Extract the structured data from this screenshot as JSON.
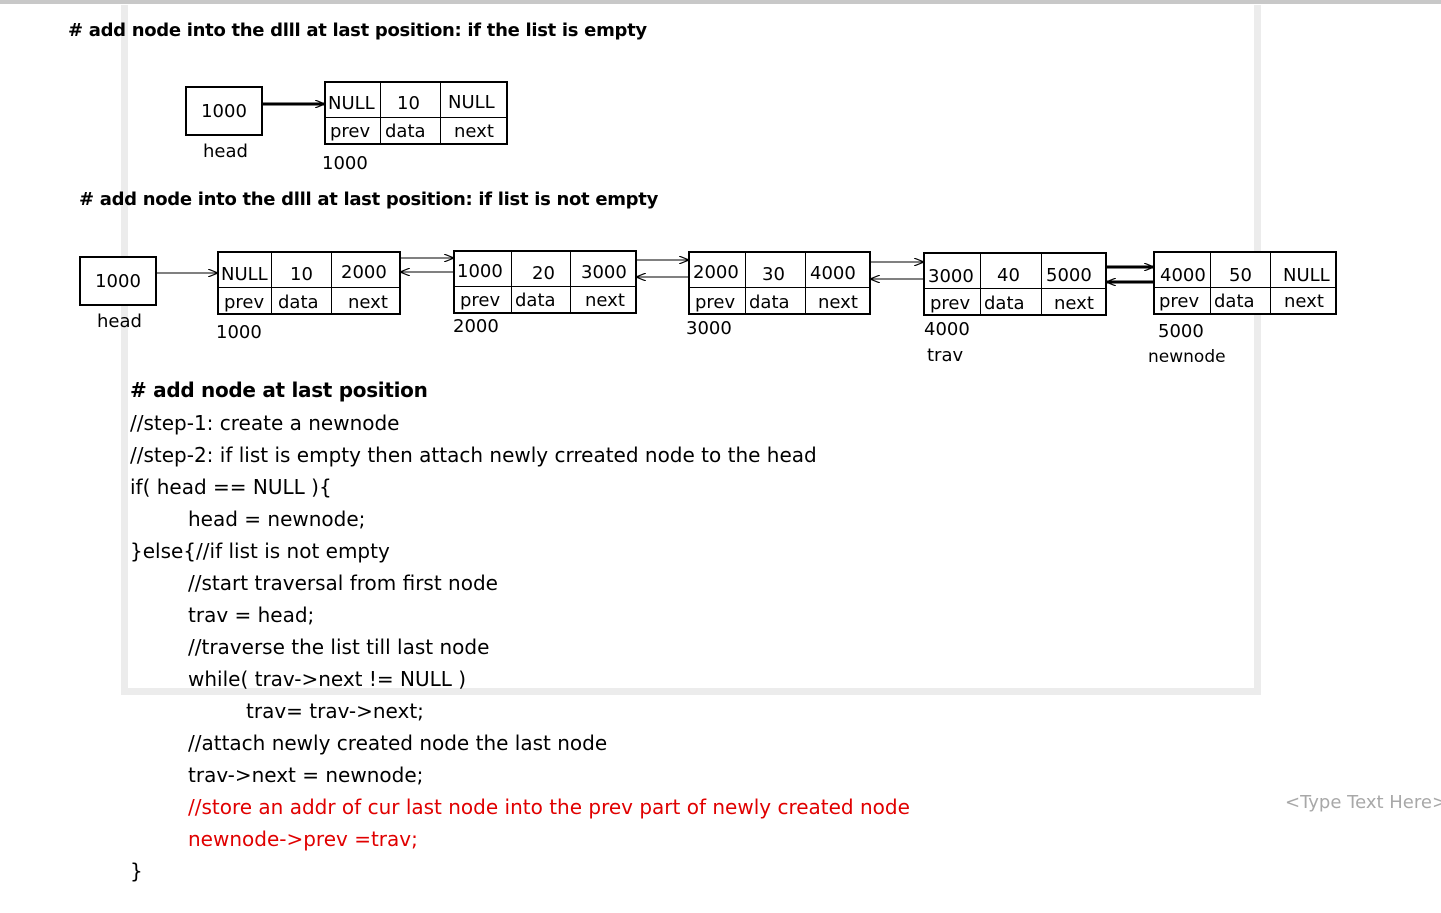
{
  "section1": {
    "heading": "# add node into the dlll at last position: if the list is empty",
    "head_value": "1000",
    "head_label": "head",
    "node": {
      "prev": "NULL",
      "data": "10",
      "next": "NULL",
      "prev_label": "prev",
      "data_label": "data",
      "next_label": "next",
      "addr": "1000"
    }
  },
  "section2": {
    "heading": "# add node into the dlll at last position: if list is not empty",
    "head_value": "1000",
    "head_label": "head",
    "nodes": [
      {
        "prev": "NULL",
        "data": "10",
        "next": "2000",
        "prev_label": "prev",
        "data_label": "data",
        "next_label": "next",
        "addr": "1000",
        "tag": ""
      },
      {
        "prev": "1000",
        "data": "20",
        "next": "3000",
        "prev_label": "prev",
        "data_label": "data",
        "next_label": "next",
        "addr": "2000",
        "tag": ""
      },
      {
        "prev": "2000",
        "data": "30",
        "next": "4000",
        "prev_label": "prev",
        "data_label": "data",
        "next_label": "next",
        "addr": "3000",
        "tag": ""
      },
      {
        "prev": "3000",
        "data": "40",
        "next": "5000",
        "prev_label": "prev",
        "data_label": "data",
        "next_label": "next",
        "addr": "4000",
        "tag": "trav"
      },
      {
        "prev": "4000",
        "data": "50",
        "next": "NULL",
        "prev_label": "prev",
        "data_label": "data",
        "next_label": "next",
        "addr": "5000",
        "tag": "newnode"
      }
    ]
  },
  "code": {
    "heading": "# add node at last position",
    "lines": [
      {
        "text": "//step-1: create a newnode",
        "color": "#000000"
      },
      {
        "text": "//step-2: if list is empty then attach newly crreated node to the head",
        "color": "#000000"
      },
      {
        "text": "if( head == NULL ){",
        "color": "#000000"
      },
      {
        "text": "head = newnode;",
        "color": "#000000"
      },
      {
        "text": "}else{//if list is not empty",
        "color": "#000000"
      },
      {
        "text": "//start traversal from first node",
        "color": "#000000"
      },
      {
        "text": "trav = head;",
        "color": "#000000"
      },
      {
        "text": "//traverse the list till last node",
        "color": "#000000"
      },
      {
        "text": "while( trav->next != NULL )",
        "color": "#000000"
      },
      {
        "text": "trav= trav->next;",
        "color": "#000000"
      },
      {
        "text": "//attach newly created node the last node",
        "color": "#000000"
      },
      {
        "text": "trav->next = newnode;",
        "color": "#000000"
      },
      {
        "text": "//store an addr of cur last node into the prev part of newly created node",
        "color": "#e00000"
      },
      {
        "text": "newnode->prev =trav;",
        "color": "#e00000"
      },
      {
        "text": "}",
        "color": "#000000"
      }
    ]
  },
  "placeholder": "<Type Text Here>"
}
